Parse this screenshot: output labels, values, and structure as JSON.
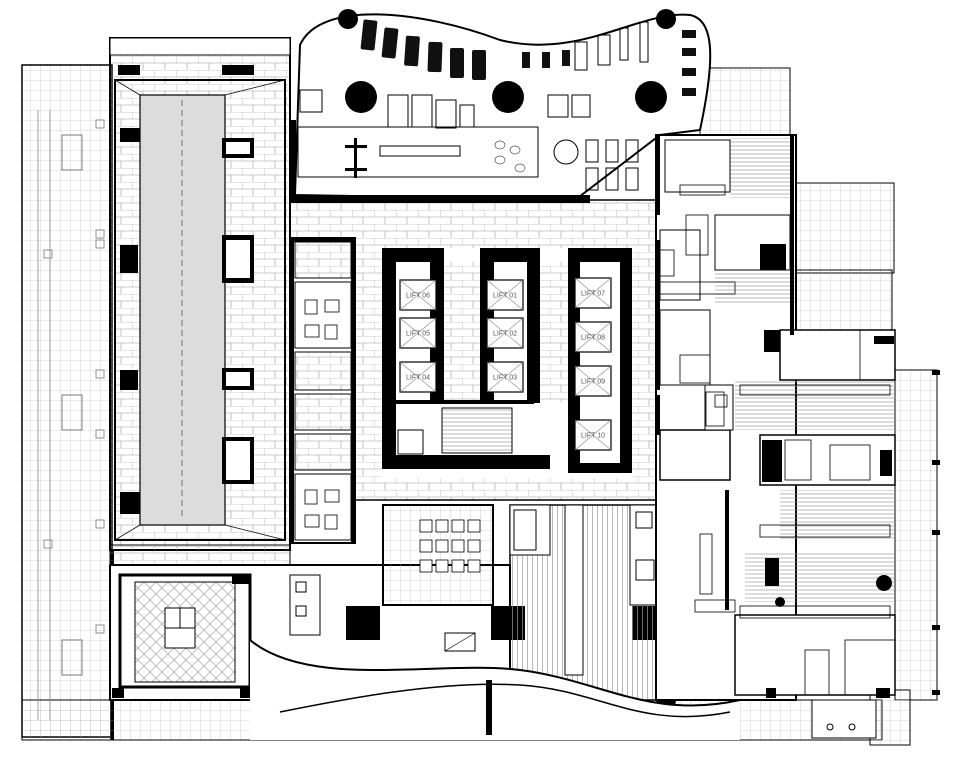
{
  "drawing": {
    "type": "architectural floor plan",
    "colors": {
      "line": "#000000",
      "background": "#ffffff",
      "hatch": "#b0b0b0",
      "corridor_fill": "#e6e6e6"
    }
  },
  "lifts": [
    {
      "label": "LIFT 06"
    },
    {
      "label": "LIFT 05"
    },
    {
      "label": "LIFT 04"
    },
    {
      "label": "LIFT 01"
    },
    {
      "label": "LIFT 02"
    },
    {
      "label": "LIFT 03"
    },
    {
      "label": "LIFT 07"
    },
    {
      "label": "LIFT 08"
    },
    {
      "label": "LIFT 09"
    },
    {
      "label": "LIFT 10"
    }
  ]
}
